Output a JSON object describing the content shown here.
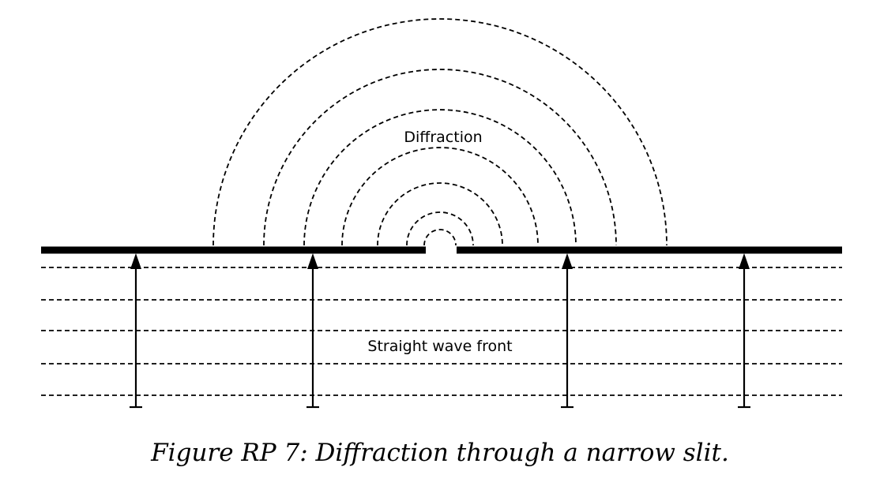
{
  "diagram": {
    "label_diffraction": "Diffraction",
    "label_wavefront": "Straight wave front"
  },
  "caption": "Figure RP 7: Diffraction through a narrow slit."
}
